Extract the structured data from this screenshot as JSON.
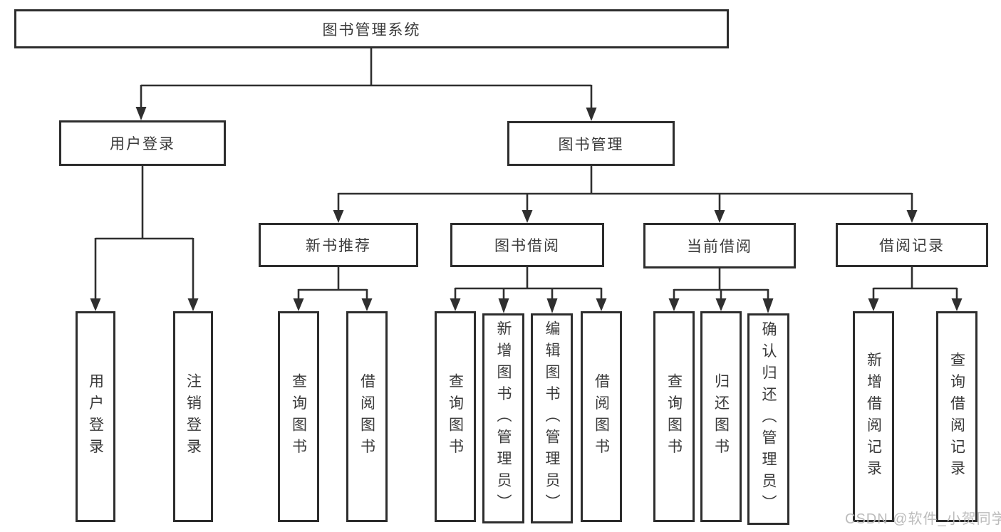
{
  "diagram_title": "图书管理系统",
  "watermark": "CSDN @软件_小贺同学",
  "colors": {
    "line": "#2f2f2f",
    "box_border": "#2d2d2d",
    "text": "#3a3a3a",
    "watermark": "#b9b9b9",
    "background": "#ffffff"
  },
  "tree": {
    "root": {
      "label": "图书管理系统"
    },
    "branches": [
      {
        "label": "用户登录",
        "children": [
          {
            "label": "用户登录"
          },
          {
            "label": "注销登录"
          }
        ]
      },
      {
        "label": "图书管理",
        "children": [
          {
            "label": "新书推荐",
            "children": [
              {
                "label": "查询图书"
              },
              {
                "label": "借阅图书"
              }
            ]
          },
          {
            "label": "图书借阅",
            "children": [
              {
                "label": "查询图书"
              },
              {
                "label": "新增图书（管理员）"
              },
              {
                "label": "编辑图书（管理员）"
              },
              {
                "label": "借阅图书"
              }
            ]
          },
          {
            "label": "当前借阅",
            "children": [
              {
                "label": "查询图书"
              },
              {
                "label": "归还图书"
              },
              {
                "label": "确认归还（管理员）"
              }
            ]
          },
          {
            "label": "借阅记录",
            "children": [
              {
                "label": "新增借阅记录"
              },
              {
                "label": "查询借阅记录"
              }
            ]
          }
        ]
      }
    ]
  }
}
